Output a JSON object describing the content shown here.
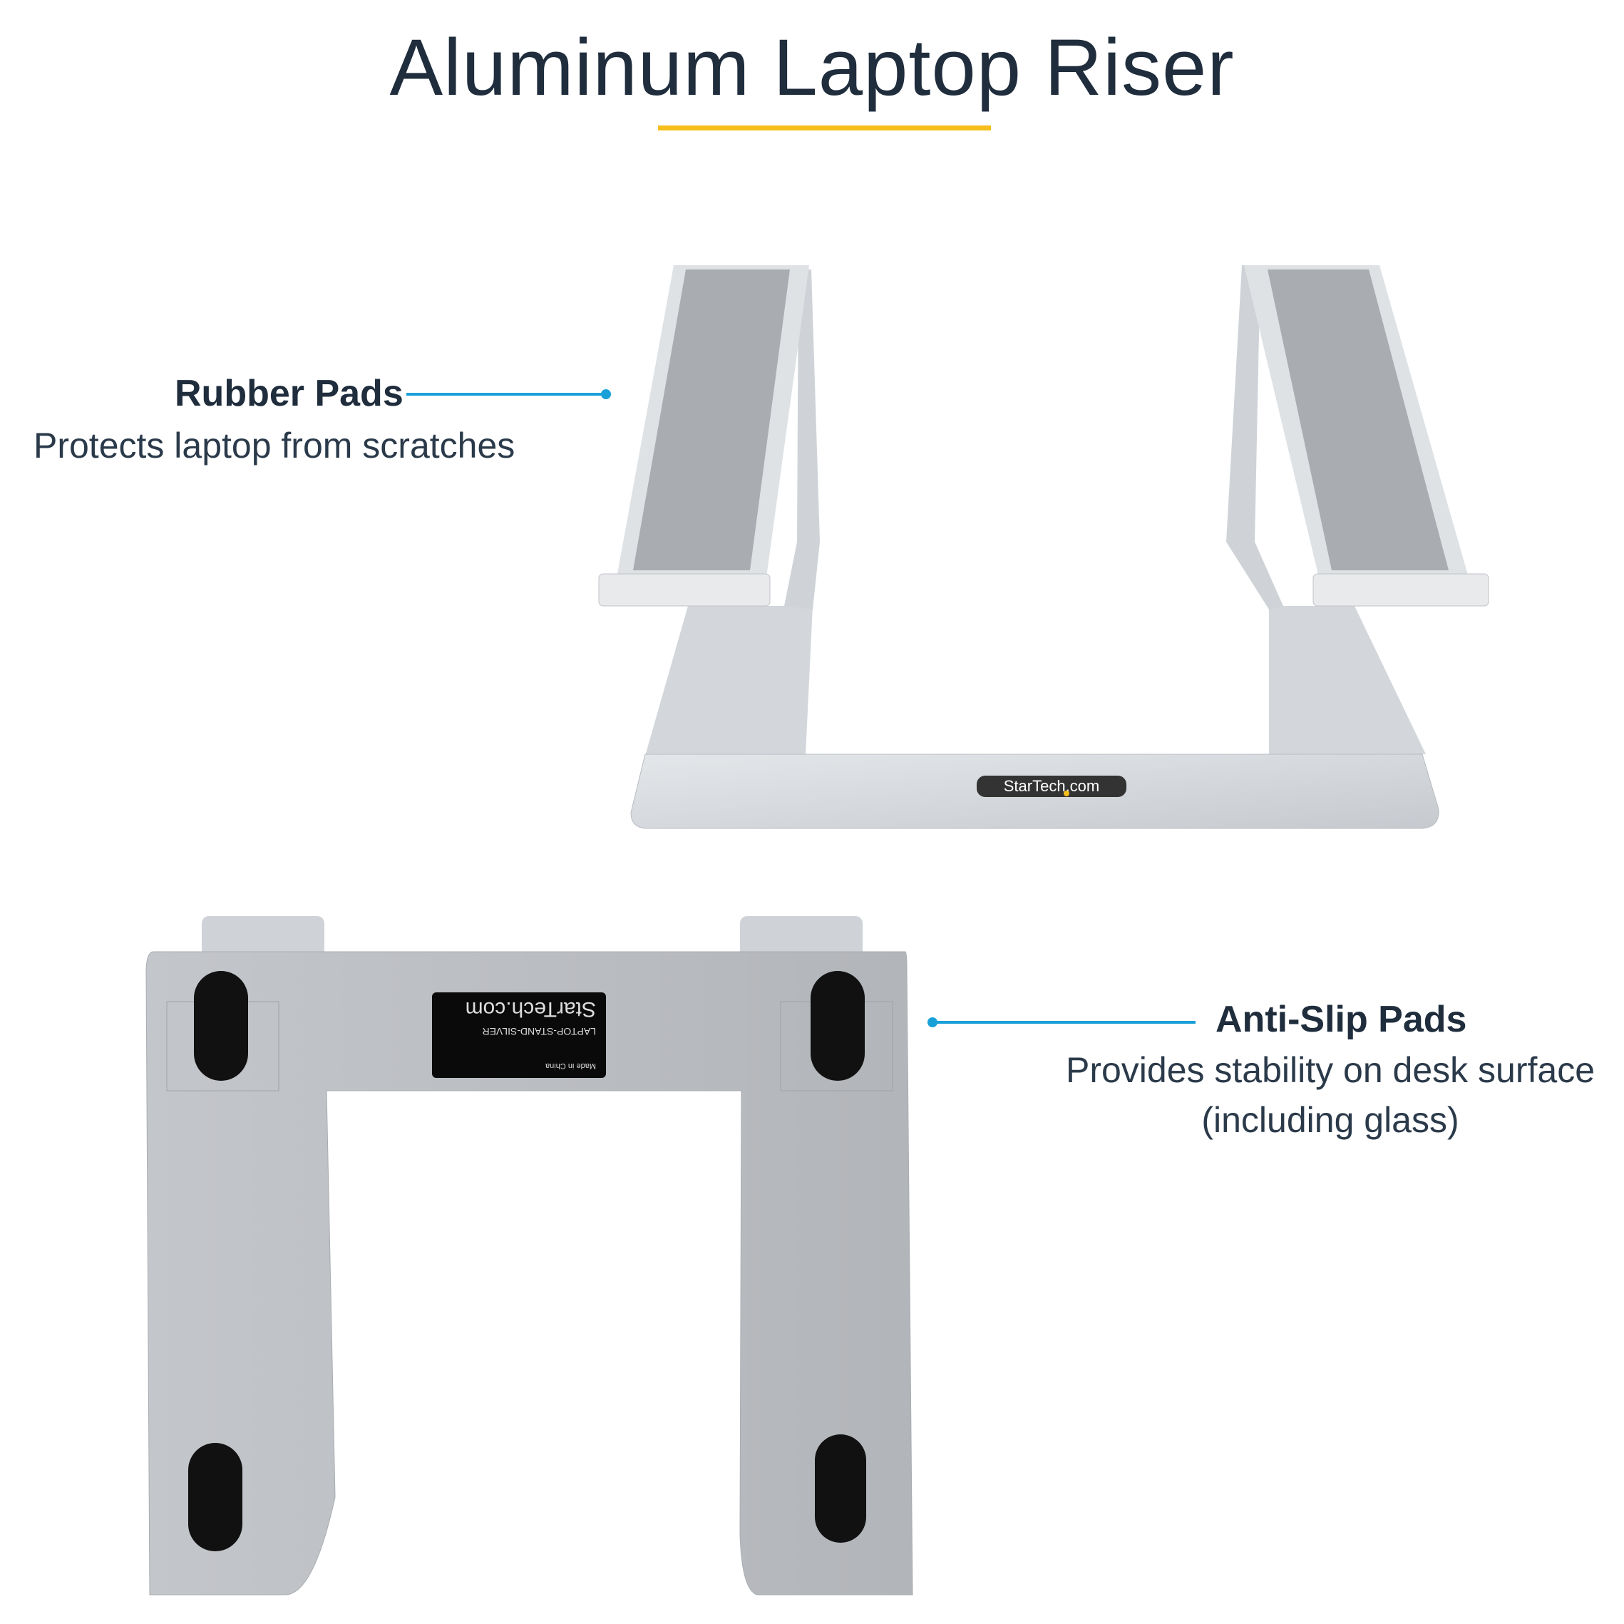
{
  "title": "Aluminum Laptop Riser",
  "accent_color": "#f5be1b",
  "callout_color": "#1aa0d8",
  "callouts": {
    "rubber_pads": {
      "title": "Rubber Pads",
      "subtitle": "Protects laptop from scratches"
    },
    "anti_slip_pads": {
      "title": "Anti-Slip Pads",
      "subtitle_line1": "Provides stability on desk surface",
      "subtitle_line2": "(including glass)"
    }
  },
  "product": {
    "brand_badge": "StarTech.com",
    "label": {
      "origin": "Made in China",
      "model": "LAPTOP-STAND-SILVER",
      "brand": "StarTech.com"
    }
  }
}
